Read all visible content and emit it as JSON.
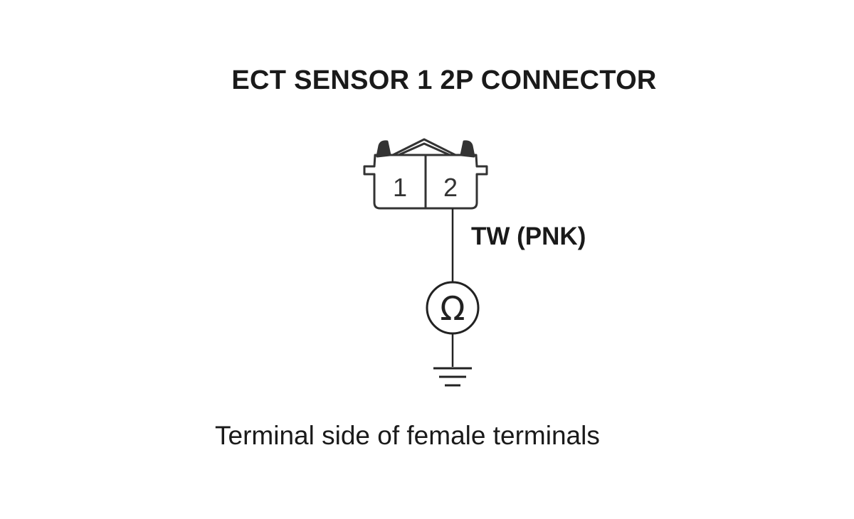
{
  "title": "ECT SENSOR 1 2P CONNECTOR",
  "connector": {
    "pins": [
      "1",
      "2"
    ]
  },
  "wire": {
    "label": "TW (PNK)",
    "from_pin": "2"
  },
  "meter": {
    "symbol": "Ω"
  },
  "caption": "Terminal side of female terminals"
}
